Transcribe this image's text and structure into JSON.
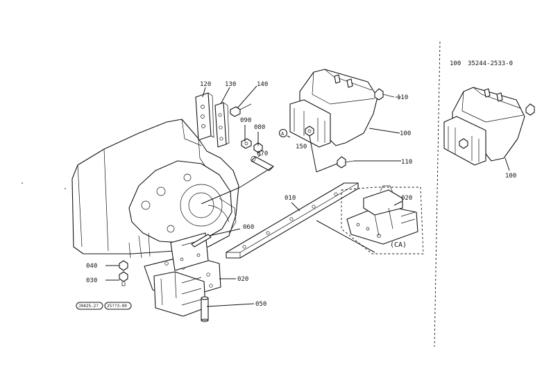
{
  "parts": {
    "p010": "010",
    "p020_main": "020",
    "p020_ca": "020",
    "p030": "030",
    "p040": "040",
    "p050": "050",
    "p060": "060",
    "p070": "070",
    "p080": "080",
    "p090": "090",
    "p100_main": "100",
    "p100_side": "100",
    "p110_top": "110",
    "p110_bot": "110",
    "p120": "120",
    "p130": "130",
    "p140": "140",
    "p150": "150"
  },
  "markers": {
    "ref_a": "A",
    "ca": "(CA)"
  },
  "side_panel": {
    "ref_number": "100",
    "part_number": "35244-2533-0"
  },
  "serial_tags": {
    "tag1": "J0425-2?",
    "tag2": "25??3-00"
  }
}
